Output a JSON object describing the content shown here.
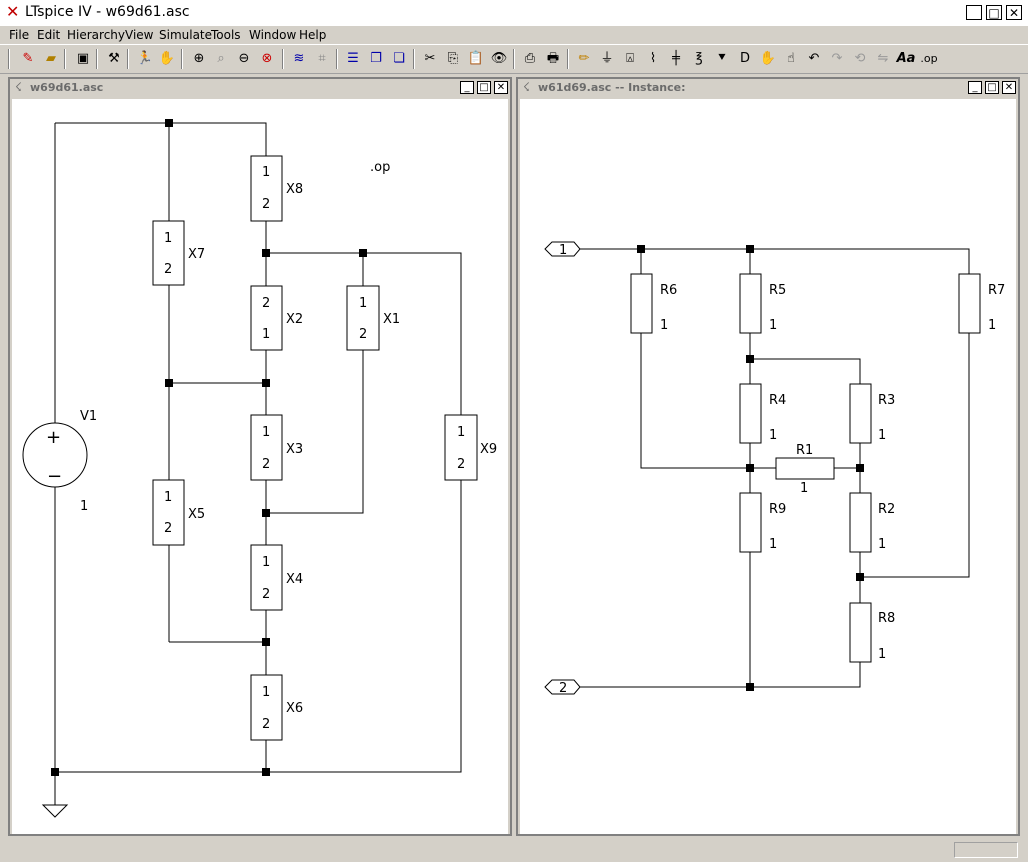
{
  "app": {
    "title": "LTspice IV - w69d61.asc"
  },
  "menu": [
    "File",
    "Edit",
    "Hierarchy",
    "View",
    "Simulate",
    "Tools",
    "Window",
    "Help"
  ],
  "toolbar": {
    "icons": [
      "new-schematic",
      "open",
      "save",
      "control-panel",
      "run",
      "halt",
      "zoom-in",
      "pan",
      "zoom-out",
      "zoom-fit",
      "autorange",
      "wire-pick",
      "tile-horizontal",
      "cascade",
      "tile-vertical",
      "cut",
      "copy",
      "paste",
      "find",
      "print-preview",
      "print",
      "pencil",
      "ground",
      "label-net",
      "resistor",
      "capacitor",
      "inductor",
      "diode",
      "component",
      "move",
      "drag",
      "undo",
      "redo",
      "rotate",
      "mirror",
      "text",
      "spice-directive"
    ],
    "directive_label": ".op",
    "text_label": "Aa"
  },
  "left_window": {
    "title": "w69d61.asc",
    "components": {
      "X8": {
        "name": "X8",
        "pins": [
          "1",
          "2"
        ]
      },
      "X7": {
        "name": "X7",
        "pins": [
          "1",
          "2"
        ]
      },
      "X2": {
        "name": "X2",
        "pins": [
          "2",
          "1"
        ]
      },
      "X1": {
        "name": "X1",
        "pins": [
          "1",
          "2"
        ]
      },
      "X3": {
        "name": "X3",
        "pins": [
          "1",
          "2"
        ]
      },
      "X9": {
        "name": "X9",
        "pins": [
          "1",
          "2"
        ]
      },
      "X5": {
        "name": "X5",
        "pins": [
          "1",
          "2"
        ]
      },
      "X4": {
        "name": "X4",
        "pins": [
          "1",
          "2"
        ]
      },
      "X6": {
        "name": "X6",
        "pins": [
          "1",
          "2"
        ]
      }
    },
    "source": {
      "name": "V1",
      "value": "1",
      "plus": "+",
      "minus": "−"
    },
    "directive": ".op"
  },
  "right_window": {
    "title": "w61d69.asc -- Instance:",
    "resistors": {
      "R6": {
        "name": "R6",
        "value": "1"
      },
      "R5": {
        "name": "R5",
        "value": "1"
      },
      "R7": {
        "name": "R7",
        "value": "1"
      },
      "R4": {
        "name": "R4",
        "value": "1"
      },
      "R3": {
        "name": "R3",
        "value": "1"
      },
      "R1": {
        "name": "R1",
        "value": "1"
      },
      "R9": {
        "name": "R9",
        "value": "1"
      },
      "R2": {
        "name": "R2",
        "value": "1"
      },
      "R8": {
        "name": "R8",
        "value": "1"
      }
    },
    "ports": {
      "p1": "1",
      "p2": "2"
    }
  },
  "window_buttons": {
    "minimize": "_",
    "maximize": "□",
    "close": "✕"
  }
}
